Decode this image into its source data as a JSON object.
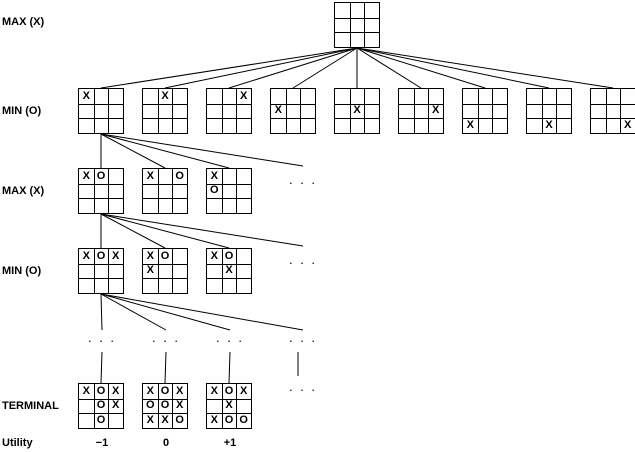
{
  "labels": {
    "level0": "MAX (X)",
    "level1": "MIN (O)",
    "level2": "MAX (X)",
    "level3": "MIN (O)",
    "terminal": "TERMINAL",
    "utility": "Utility"
  },
  "ellipsis": ". . .",
  "boards": {
    "root": [
      "",
      "",
      "",
      "",
      "",
      "",
      "",
      "",
      ""
    ],
    "l1": [
      [
        "X",
        "",
        "",
        "",
        "",
        "",
        "",
        "",
        ""
      ],
      [
        "",
        "X",
        "",
        "",
        "",
        "",
        "",
        "",
        ""
      ],
      [
        "",
        "",
        "X",
        "",
        "",
        "",
        "",
        "",
        ""
      ],
      [
        "",
        "",
        "",
        "X",
        "",
        "",
        "",
        "",
        ""
      ],
      [
        "",
        "",
        "",
        "",
        "X",
        "",
        "",
        "",
        ""
      ],
      [
        "",
        "",
        "",
        "",
        "",
        "X",
        "",
        "",
        ""
      ],
      [
        "",
        "",
        "",
        "",
        "",
        "",
        "X",
        "",
        ""
      ],
      [
        "",
        "",
        "",
        "",
        "",
        "",
        "",
        "X",
        ""
      ],
      [
        "",
        "",
        "",
        "",
        "",
        "",
        "",
        "",
        "X"
      ]
    ],
    "l2": [
      [
        "X",
        "O",
        "",
        "",
        "",
        "",
        "",
        "",
        ""
      ],
      [
        "X",
        "",
        "O",
        "",
        "",
        "",
        "",
        "",
        ""
      ],
      [
        "X",
        "",
        "",
        "O",
        "",
        "",
        "",
        "",
        ""
      ]
    ],
    "l3": [
      [
        "X",
        "O",
        "X",
        "",
        "",
        "",
        "",
        "",
        ""
      ],
      [
        "X",
        "O",
        "",
        "X",
        "",
        "",
        "",
        "",
        ""
      ],
      [
        "X",
        "O",
        "",
        "",
        "X",
        "",
        "",
        "",
        ""
      ]
    ],
    "terminal": [
      [
        "X",
        "O",
        "X",
        "",
        "O",
        "X",
        "",
        "O",
        ""
      ],
      [
        "X",
        "O",
        "X",
        "O",
        "O",
        "X",
        "X",
        "X",
        "O"
      ],
      [
        "X",
        "O",
        "X",
        "",
        "X",
        "",
        "X",
        "O",
        "O"
      ]
    ]
  },
  "utilities": [
    "−1",
    "0",
    "+1"
  ]
}
